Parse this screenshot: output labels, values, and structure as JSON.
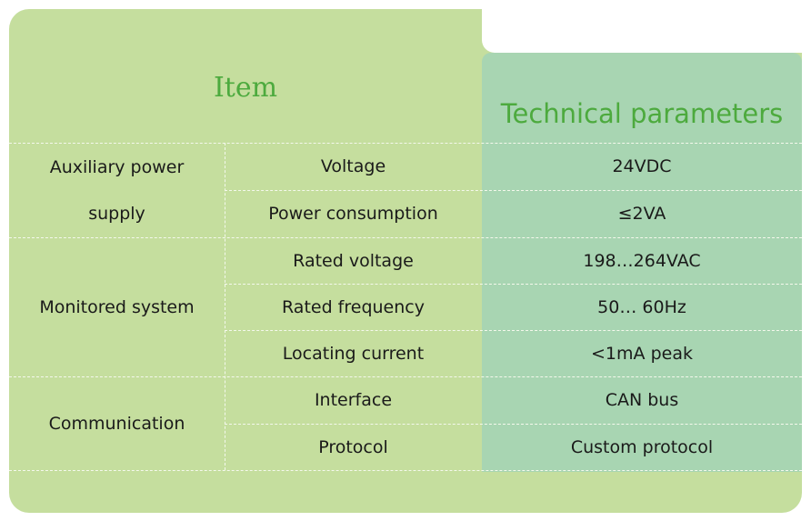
{
  "header": {
    "item": "Item",
    "technical_parameters": "Technical parameters"
  },
  "rows": [
    {
      "category": "Auxiliary power",
      "sub": "Voltage",
      "value": "24VDC"
    },
    {
      "category": "supply",
      "sub": "Power consumption",
      "value": "≤2VA"
    },
    {
      "category": "",
      "sub": "Rated voltage",
      "value": "198…264VAC"
    },
    {
      "category": "Monitored system",
      "sub": "Rated frequency",
      "value": "50… 60Hz"
    },
    {
      "category": "",
      "sub": "Locating current",
      "value": "<1mA peak"
    },
    {
      "category": "Communication",
      "sub": "Interface",
      "value": "CAN bus"
    },
    {
      "category": "",
      "sub": "Protocol",
      "value": "Custom protocol"
    }
  ],
  "colors": {
    "item_area": "#c5de9e",
    "param_area": "#a8d5b2",
    "header_text": "#4daa3e"
  }
}
